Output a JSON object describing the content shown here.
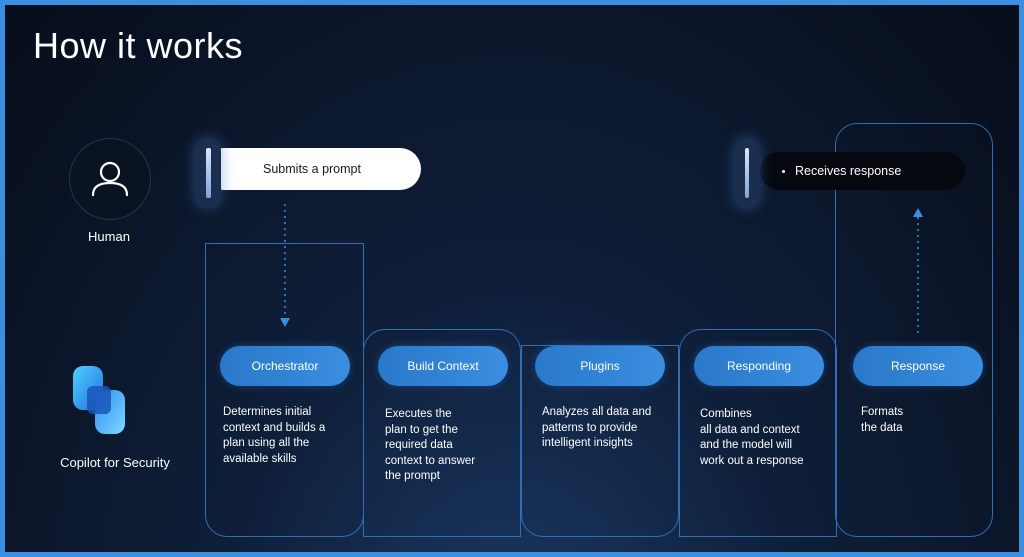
{
  "title": "How it works",
  "human": {
    "label": "Human",
    "icon": "user-icon"
  },
  "copilot": {
    "label": "Copilot for Security",
    "icon": "copilot-logo-icon"
  },
  "prompt": {
    "label": "Submits a prompt"
  },
  "response_bar": {
    "label": "Receives response"
  },
  "steps": [
    {
      "label": "Orchestrator",
      "description": [
        "Determines initial",
        "context and builds a",
        "plan using all the",
        "available skills"
      ]
    },
    {
      "label": "Build Context",
      "description": [
        "Executes the",
        "plan to get the",
        "required data",
        "context to answer",
        "the prompt"
      ]
    },
    {
      "label": "Plugins",
      "description": [
        "Analyzes all data and",
        "patterns to provide",
        "intelligent insights"
      ]
    },
    {
      "label": "Responding",
      "description": [
        "Combines",
        "all data and context",
        "and the model will",
        "work out a response"
      ]
    },
    {
      "label": "Response",
      "description": [
        "Formats",
        "the data"
      ]
    }
  ],
  "colors": {
    "accent": "#2f7fd6",
    "border": "#2f6fb8",
    "background": "#0a1424",
    "frame": "#3a8fe0"
  }
}
